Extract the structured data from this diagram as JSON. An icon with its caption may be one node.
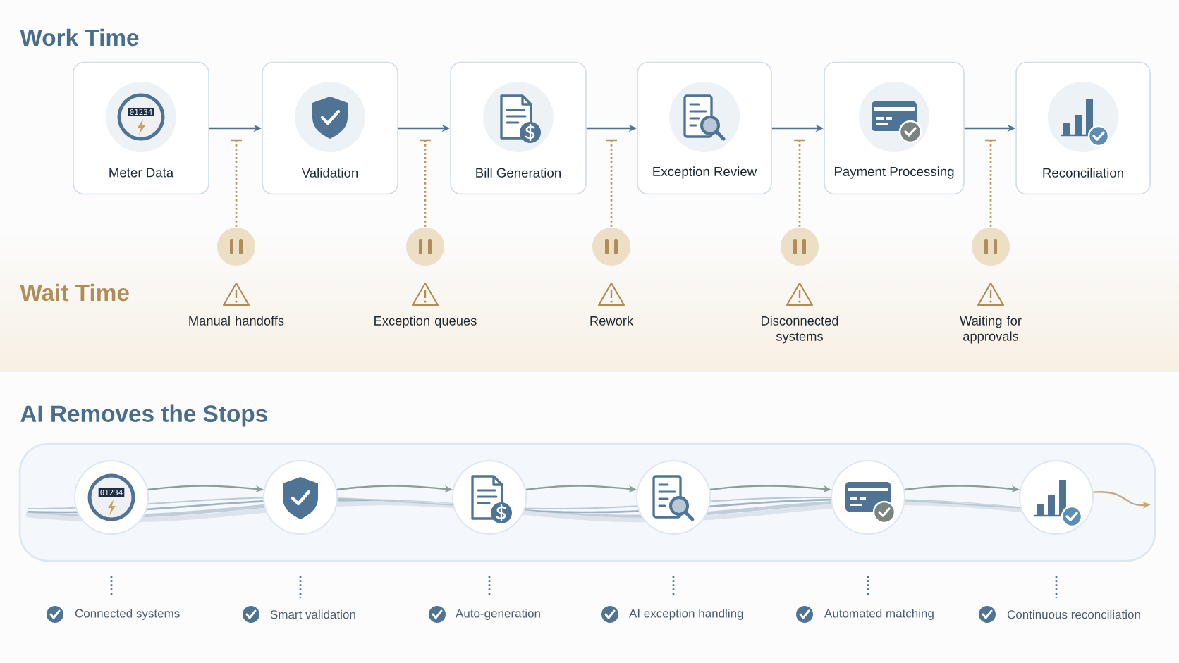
{
  "diagram": {
    "nodes": [
      {
        "text": [
          "01234",
          "Meter Data"
        ]
      },
      {
        "text": [
          "Validation"
        ]
      },
      {
        "text": [
          "Bill Generation"
        ]
      },
      {
        "text": [
          "Exception Review"
        ]
      },
      {
        "text": [
          "Payment Processing"
        ]
      },
      {
        "text": [
          "Reconciliation"
        ]
      },
      {
        "text": [],
        "shape": "circle",
        "beside": [
          "Manual handoffs"
        ]
      },
      {
        "text": [],
        "shape": "circle",
        "beside": [
          "Exception queues"
        ]
      },
      {
        "text": [],
        "shape": "circle",
        "beside": [
          "Rework"
        ]
      },
      {
        "text": [],
        "shape": "circle",
        "beside": [
          "Disconnected systems"
        ]
      },
      {
        "text": [],
        "shape": "circle",
        "beside": [
          "Waiting for approvals"
        ]
      },
      {
        "text": [],
        "shape": "box"
      },
      {
        "text": [
          "01234"
        ],
        "in": 11
      },
      {
        "text": [],
        "shape": "circle",
        "in": 11
      },
      {
        "text": [],
        "shape": "circle",
        "in": 11
      },
      {
        "text": [],
        "shape": "circle",
        "in": 11
      },
      {
        "text": [],
        "shape": "circle",
        "in": 11
      },
      {
        "text": [],
        "shape": "circle",
        "in": 11
      },
      {
        "text": [
          "Connected systems"
        ]
      },
      {
        "text": [
          "Smart validation"
        ]
      },
      {
        "text": [
          "Auto-generation"
        ]
      },
      {
        "text": [
          "AI exception handling"
        ]
      },
      {
        "text": [
          "Automated matching"
        ]
      },
      {
        "text": [
          "Continuous reconciliation"
        ]
      }
    ],
    "edges": [
      {
        "from": 0,
        "to": 1,
        "arrow": "to"
      },
      {
        "from": 1,
        "to": 2,
        "arrow": "to"
      },
      {
        "from": 2,
        "to": 3,
        "arrow": "to"
      },
      {
        "from": 3,
        "to": 4,
        "arrow": "to"
      },
      {
        "from": 4,
        "to": 5,
        "arrow": "to"
      },
      {
        "from": null,
        "to": 6,
        "arrow": "none",
        "style": "dashed",
        "color": "#b8955a"
      },
      {
        "from": null,
        "to": 7,
        "arrow": "none",
        "style": "dashed",
        "color": "#b8955a"
      },
      {
        "from": null,
        "to": 8,
        "arrow": "none",
        "style": "dashed",
        "color": "#b8955a"
      },
      {
        "from": null,
        "to": 9,
        "arrow": "none",
        "style": "dashed",
        "color": "#b8955a"
      },
      {
        "from": null,
        "to": 10,
        "arrow": "none",
        "style": "dashed",
        "color": "#b8955a"
      },
      {
        "from": 12,
        "to": 13,
        "arrow": "to",
        "color": "#8e9c98"
      },
      {
        "from": 13,
        "to": 14,
        "arrow": "to",
        "color": "#8e9c98"
      },
      {
        "from": 14,
        "to": 15,
        "arrow": "to",
        "color": "#8e9c98"
      },
      {
        "from": 15,
        "to": 16,
        "arrow": "to",
        "color": "#8e9c98"
      },
      {
        "from": 16,
        "to": 17,
        "arrow": "to",
        "color": "#8e9c98"
      },
      {
        "from": 17,
        "to": null,
        "arrow": "to",
        "color": "#c8a878"
      },
      {
        "from": 11,
        "to": 18,
        "arrow": "none",
        "style": "dashed"
      },
      {
        "from": 11,
        "to": 19,
        "arrow": "none",
        "style": "dashed"
      },
      {
        "from": 11,
        "to": 20,
        "arrow": "none",
        "style": "dashed"
      },
      {
        "from": 11,
        "to": 21,
        "arrow": "none",
        "style": "dashed"
      },
      {
        "from": 11,
        "to": 22,
        "arrow": "none",
        "style": "dashed"
      },
      {
        "from": 11,
        "to": 23,
        "arrow": "none",
        "style": "dashed"
      }
    ],
    "labels": [
      "Work Time",
      "Wait Time",
      "AI Removes the Stops"
    ]
  }
}
